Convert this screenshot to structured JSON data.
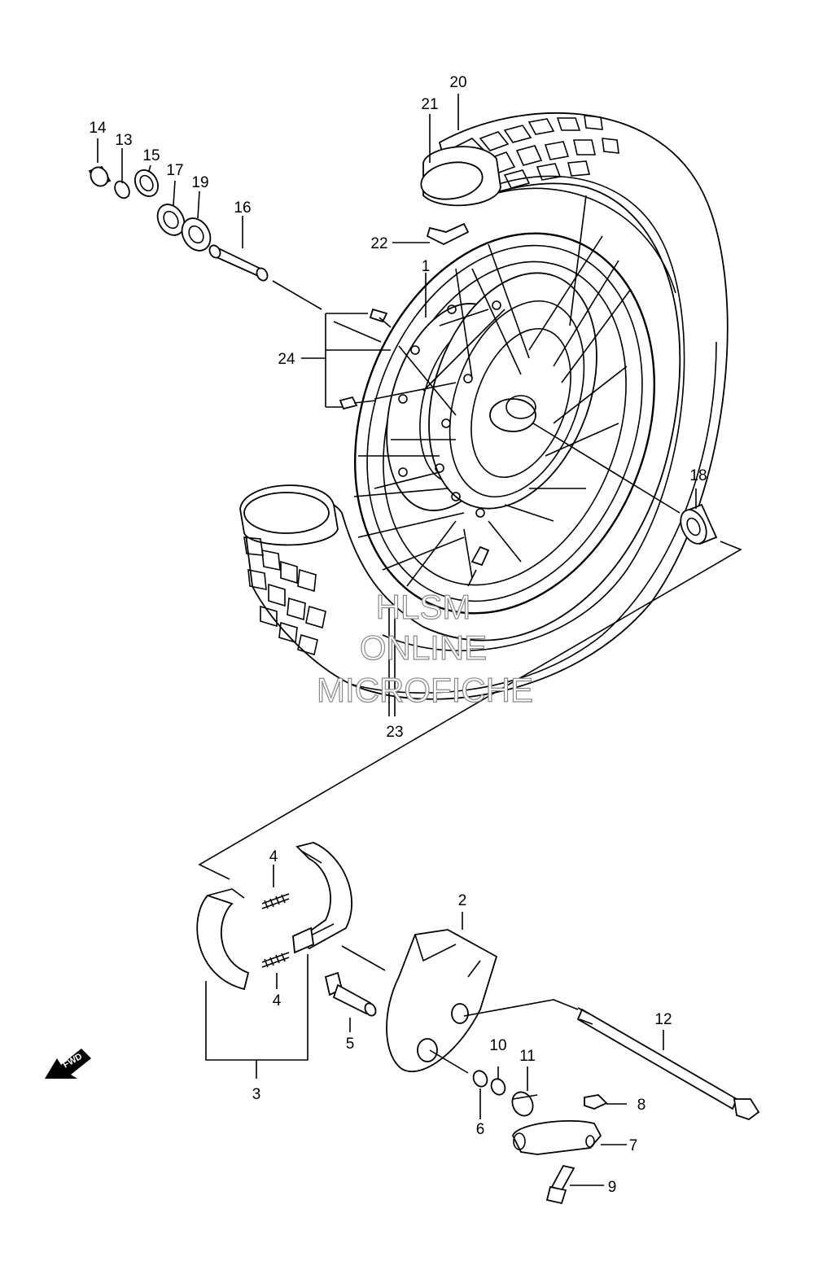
{
  "labels": {
    "p1": "1",
    "p2": "2",
    "p3": "3",
    "p4a": "4",
    "p4b": "4",
    "p5": "5",
    "p6": "6",
    "p7": "7",
    "p8": "8",
    "p9": "9",
    "p10": "10",
    "p11": "11",
    "p12": "12",
    "p13": "13",
    "p14": "14",
    "p15": "15",
    "p16": "16",
    "p17": "17",
    "p18": "18",
    "p19": "19",
    "p20": "20",
    "p21": "21",
    "p22": "22",
    "p23": "23",
    "p24": "24"
  },
  "watermark": {
    "line1": "HLSM",
    "line2": "ONLINE",
    "line3": "MICROFICHE"
  },
  "fwd_badge": "FWD"
}
